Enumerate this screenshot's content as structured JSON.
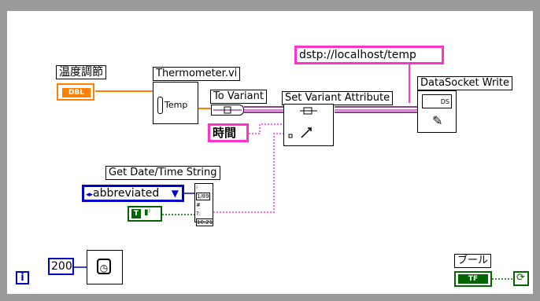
{
  "labels": {
    "temp_control": "温度調節",
    "thermometer": "Thermometer.vi",
    "to_variant": "To Variant",
    "set_variant_attribute": "Set Variant Attribute",
    "datasocket_write": "DataSocket Write",
    "get_date_time": "Get Date/Time String",
    "bool_label": "ブール"
  },
  "constants": {
    "url": "dstp://localhost/temp",
    "time_attr": "時間",
    "format_enum": "abbreviated",
    "wait_ms": "200"
  },
  "terminals": {
    "dbl": "DBL",
    "temp": "Temp",
    "tf": "TF",
    "date": "1/89",
    "time": "10:21",
    "ds": "DS",
    "loop_index": "i",
    "bool_const": "T"
  },
  "colors": {
    "numeric_orange": "#ff8000",
    "variant_purple": "#660066",
    "string_pink": "#ff33cc",
    "boolean_green": "#006600",
    "enum_blue": "#0000cc",
    "int_blue": "#0000cc",
    "frame_gray": "#9a9a9a"
  },
  "icons": [
    "thermometer-icon",
    "variant-icon",
    "set-attribute-icon",
    "datasocket-icon",
    "date-time-icon",
    "wait-clock-icon",
    "loop-stop-icon"
  ]
}
